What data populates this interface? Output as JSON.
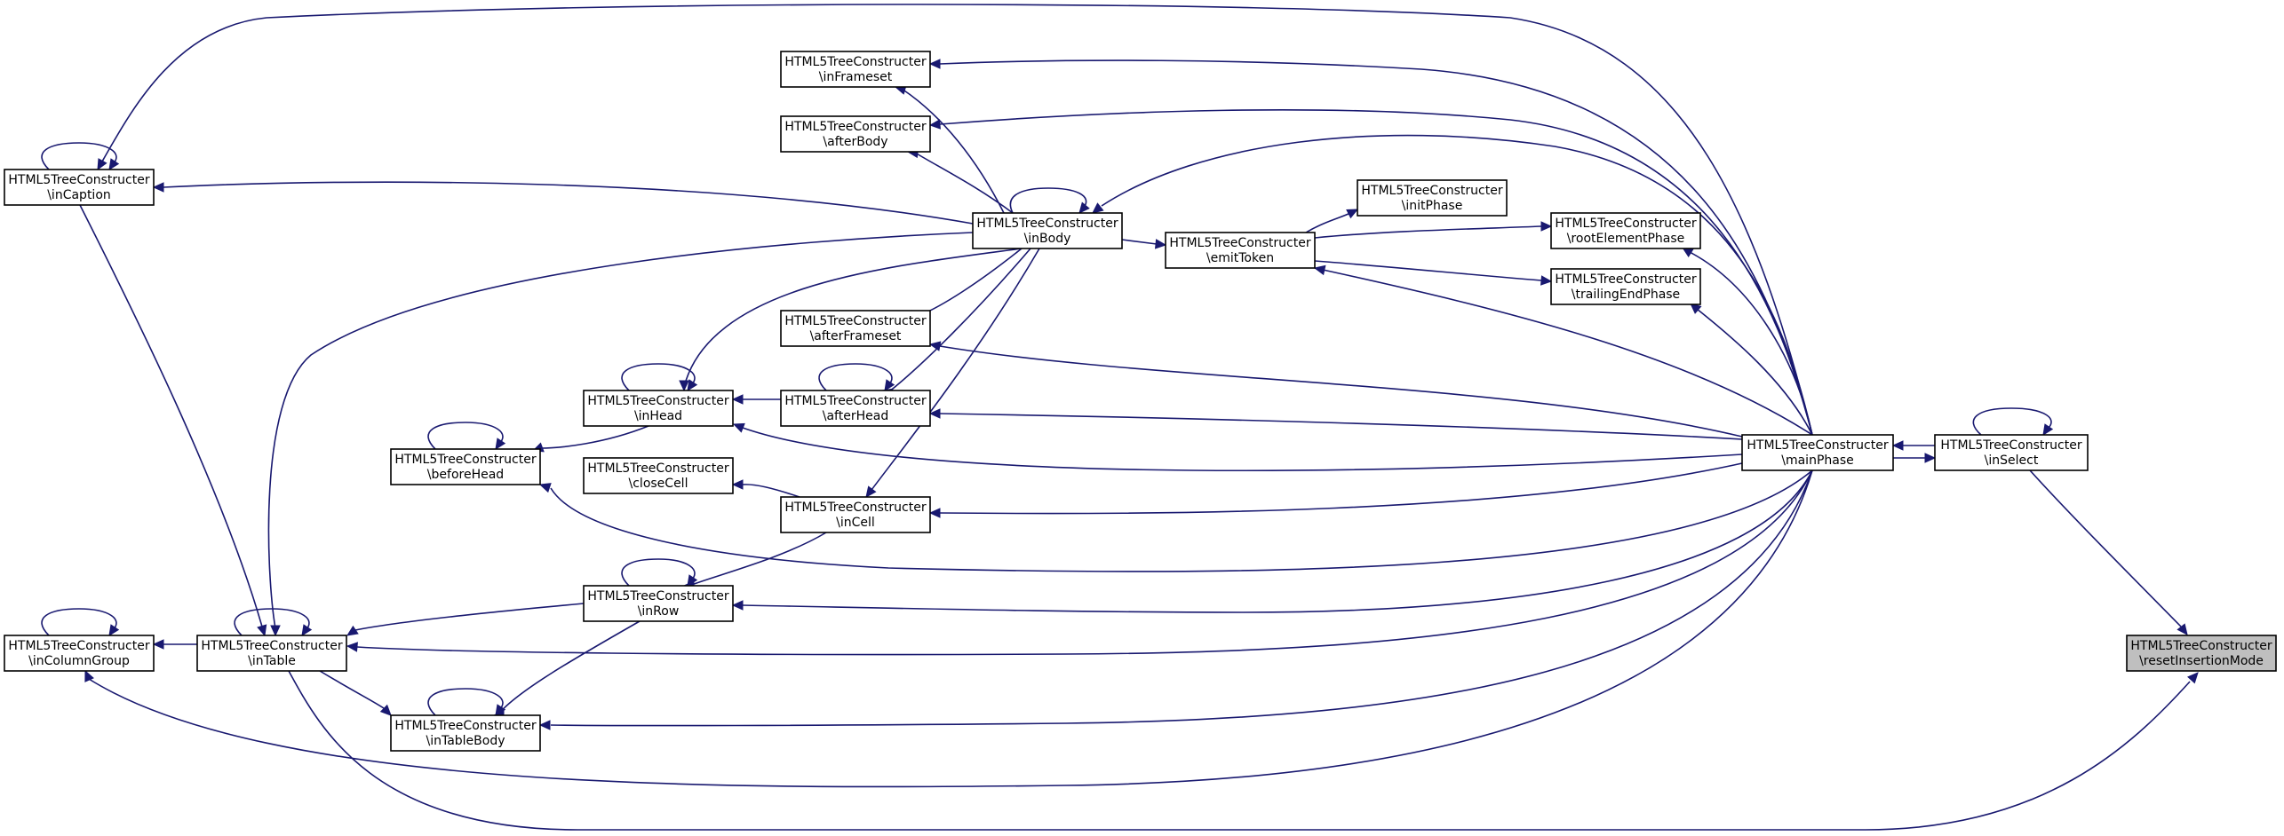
{
  "graph": {
    "nodes": [
      {
        "id": "resetInsertionMode",
        "line1": "HTML5TreeConstructer",
        "line2": "\\resetInsertionMode",
        "highlight": true
      },
      {
        "id": "inSelect",
        "line1": "HTML5TreeConstructer",
        "line2": "\\inSelect"
      },
      {
        "id": "mainPhase",
        "line1": "HTML5TreeConstructer",
        "line2": "\\mainPhase"
      },
      {
        "id": "rootElementPhase",
        "line1": "HTML5TreeConstructer",
        "line2": "\\rootElementPhase"
      },
      {
        "id": "trailingEndPhase",
        "line1": "HTML5TreeConstructer",
        "line2": "\\trailingEndPhase"
      },
      {
        "id": "initPhase",
        "line1": "HTML5TreeConstructer",
        "line2": "\\initPhase"
      },
      {
        "id": "emitToken",
        "line1": "HTML5TreeConstructer",
        "line2": "\\emitToken"
      },
      {
        "id": "inBody",
        "line1": "HTML5TreeConstructer",
        "line2": "\\inBody"
      },
      {
        "id": "inFrameset",
        "line1": "HTML5TreeConstructer",
        "line2": "\\inFrameset"
      },
      {
        "id": "afterBody",
        "line1": "HTML5TreeConstructer",
        "line2": "\\afterBody"
      },
      {
        "id": "afterFrameset",
        "line1": "HTML5TreeConstructer",
        "line2": "\\afterFrameset"
      },
      {
        "id": "afterHead",
        "line1": "HTML5TreeConstructer",
        "line2": "\\afterHead"
      },
      {
        "id": "inHead",
        "line1": "HTML5TreeConstructer",
        "line2": "\\inHead"
      },
      {
        "id": "closeCell",
        "line1": "HTML5TreeConstructer",
        "line2": "\\closeCell"
      },
      {
        "id": "inCell",
        "line1": "HTML5TreeConstructer",
        "line2": "\\inCell"
      },
      {
        "id": "beforeHead",
        "line1": "HTML5TreeConstructer",
        "line2": "\\beforeHead"
      },
      {
        "id": "inRow",
        "line1": "HTML5TreeConstructer",
        "line2": "\\inRow"
      },
      {
        "id": "inCaption",
        "line1": "HTML5TreeConstructer",
        "line2": "\\inCaption"
      },
      {
        "id": "inTable",
        "line1": "HTML5TreeConstructer",
        "line2": "\\inTable"
      },
      {
        "id": "inColumnGroup",
        "line1": "HTML5TreeConstructer",
        "line2": "\\inColumnGroup"
      },
      {
        "id": "inTableBody",
        "line1": "HTML5TreeConstructer",
        "line2": "\\inTableBody"
      }
    ],
    "edges": [
      {
        "from": "inSelect",
        "to": "resetInsertionMode"
      },
      {
        "from": "inTable",
        "to": "resetInsertionMode"
      },
      {
        "from": "inSelect",
        "to": "inSelect"
      },
      {
        "from": "mainPhase",
        "to": "inSelect"
      },
      {
        "from": "inSelect",
        "to": "mainPhase"
      },
      {
        "from": "mainPhase",
        "to": "inFrameset"
      },
      {
        "from": "mainPhase",
        "to": "afterBody"
      },
      {
        "from": "mainPhase",
        "to": "inBody"
      },
      {
        "from": "mainPhase",
        "to": "inCaption"
      },
      {
        "from": "mainPhase",
        "to": "rootElementPhase"
      },
      {
        "from": "mainPhase",
        "to": "trailingEndPhase"
      },
      {
        "from": "mainPhase",
        "to": "emitToken"
      },
      {
        "from": "mainPhase",
        "to": "afterFrameset"
      },
      {
        "from": "mainPhase",
        "to": "afterHead"
      },
      {
        "from": "mainPhase",
        "to": "inHead"
      },
      {
        "from": "mainPhase",
        "to": "beforeHead"
      },
      {
        "from": "mainPhase",
        "to": "inCell"
      },
      {
        "from": "mainPhase",
        "to": "inRow"
      },
      {
        "from": "mainPhase",
        "to": "inTable"
      },
      {
        "from": "mainPhase",
        "to": "inTableBody"
      },
      {
        "from": "mainPhase",
        "to": "inColumnGroup"
      },
      {
        "from": "emitToken",
        "to": "initPhase"
      },
      {
        "from": "emitToken",
        "to": "rootElementPhase"
      },
      {
        "from": "emitToken",
        "to": "trailingEndPhase"
      },
      {
        "from": "inBody",
        "to": "emitToken"
      },
      {
        "from": "inBody",
        "to": "inBody"
      },
      {
        "from": "inBody",
        "to": "inFrameset"
      },
      {
        "from": "inBody",
        "to": "afterBody"
      },
      {
        "from": "inBody",
        "to": "inCaption"
      },
      {
        "from": "inBody",
        "to": "afterFrameset"
      },
      {
        "from": "inBody",
        "to": "afterHead"
      },
      {
        "from": "inBody",
        "to": "inHead"
      },
      {
        "from": "inBody",
        "to": "inCell"
      },
      {
        "from": "inBody",
        "to": "inTable"
      },
      {
        "from": "afterHead",
        "to": "afterHead"
      },
      {
        "from": "afterHead",
        "to": "inHead"
      },
      {
        "from": "inHead",
        "to": "inHead"
      },
      {
        "from": "inHead",
        "to": "beforeHead"
      },
      {
        "from": "beforeHead",
        "to": "beforeHead"
      },
      {
        "from": "inCell",
        "to": "closeCell"
      },
      {
        "from": "inCell",
        "to": "inRow"
      },
      {
        "from": "inRow",
        "to": "inRow"
      },
      {
        "from": "inRow",
        "to": "inTable"
      },
      {
        "from": "inRow",
        "to": "inTableBody"
      },
      {
        "from": "inCaption",
        "to": "inCaption"
      },
      {
        "from": "inCaption",
        "to": "inTable"
      },
      {
        "from": "inTable",
        "to": "inTable"
      },
      {
        "from": "inTable",
        "to": "inColumnGroup"
      },
      {
        "from": "inTable",
        "to": "inTableBody"
      },
      {
        "from": "inColumnGroup",
        "to": "inColumnGroup"
      },
      {
        "from": "inTableBody",
        "to": "inTableBody"
      }
    ]
  },
  "colors": {
    "edge": "#191970",
    "node_border": "#000000",
    "node_fill": "#ffffff",
    "highlight_fill": "#bfbfbf"
  }
}
